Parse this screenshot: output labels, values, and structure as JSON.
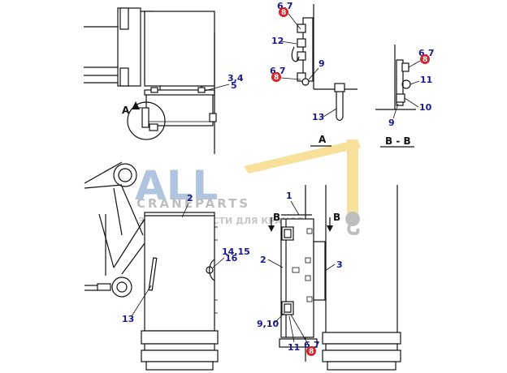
{
  "watermark": {
    "brand": "ALL",
    "subtitle": "CRANEPARTS",
    "tagline": "ЗАПАСНЫЕ ЧАСТИ ДЛЯ КРАНОВ"
  },
  "views": {
    "view_a_title": "A",
    "section_bb_title": "B - B",
    "detail_marker": "A",
    "section_marker_left": "B",
    "section_marker_right": "B"
  },
  "callouts": {
    "c_34": "3,4",
    "c_5": "5",
    "c_2_main": "2",
    "c_1415": "14,15",
    "c_16": "16",
    "c_13_main": "13",
    "c_1": "1",
    "c_2_side": "2",
    "c_3": "3",
    "c_910": "9,10",
    "c_11_side": "11",
    "c_67_side": "6,7",
    "c_8_side": "8",
    "c_67_a_top": "6,7",
    "c_8_a_top": "8",
    "c_12": "12",
    "c_9_a": "9",
    "c_67_a_mid": "6,7",
    "c_8_a_mid": "8",
    "c_13_a": "13",
    "c_67_bb": "6,7",
    "c_8_bb": "8",
    "c_11_bb": "11",
    "c_10_bb": "10",
    "c_9_bb": "9"
  },
  "colors": {
    "callout_text": "#1a1a8c",
    "marker_red": "#d8222a",
    "watermark_blue": "#6f95c4",
    "watermark_yellow": "#f3c74a"
  }
}
